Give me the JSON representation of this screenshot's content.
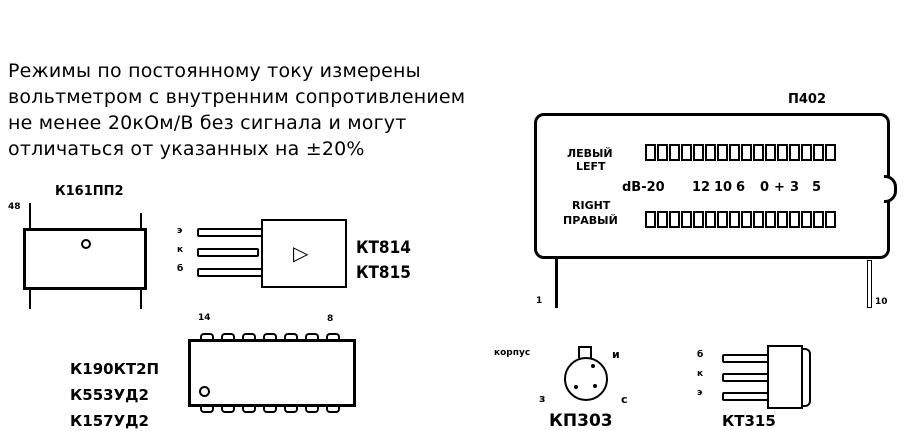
{
  "note": {
    "lines": [
      "Режимы по постоянному току измерены",
      "вольтметром с внутренним сопротивлением",
      "не менее 20кОм/В без сигнала и могут",
      "отличаться от указанных на ±20%"
    ]
  },
  "k161pp2": {
    "title": "К161ПП2",
    "pin_label": "48"
  },
  "kt814": {
    "pins": [
      "э",
      "к",
      "б"
    ],
    "names": [
      "КТ814",
      "КТ815"
    ]
  },
  "p402": {
    "title": "П402",
    "left_label_ru": "ЛЕВЫЙ",
    "left_label_en": "LEFT",
    "right_label_en": "RIGHT",
    "right_label_ru": "ПРАВЫЙ",
    "scale": [
      "dB-20",
      "12",
      "10",
      "6",
      "0",
      "+",
      "3",
      "5"
    ],
    "segments_per_bar": 16,
    "pin_first": "1",
    "pin_last": "10"
  },
  "dip14": {
    "pin_first_top": "14",
    "pin_last_top": "8",
    "names": [
      "К190КТ2П",
      "К553УД2",
      "К157УД2"
    ]
  },
  "kp303": {
    "name": "КП303",
    "pins": {
      "case": "корпус",
      "source": "и",
      "gate": "з",
      "drain": "с"
    }
  },
  "kt315": {
    "name": "КТ315",
    "pins": [
      "б",
      "к",
      "э"
    ]
  }
}
